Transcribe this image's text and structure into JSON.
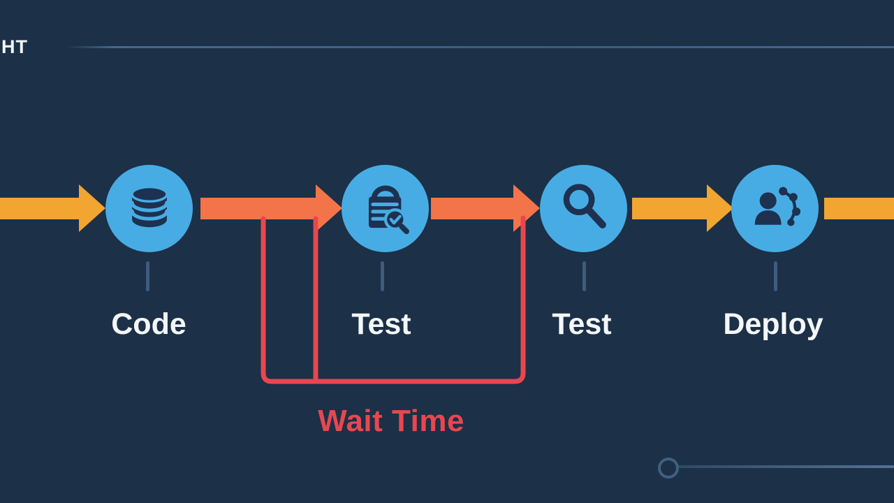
{
  "colors": {
    "background": "#1c3047",
    "node_fill": "#48ace4",
    "icon_ink": "#1d3150",
    "arrow_yellow": "#f2a531",
    "arrow_orange": "#f4744a",
    "bracket_red": "#e8474f",
    "label_white": "#f4f7fa",
    "muted_blue": "#3e5c7c"
  },
  "header": {
    "cropped_text": "HT"
  },
  "pipeline": {
    "nodes": [
      {
        "label": "Code",
        "icon": "database-icon"
      },
      {
        "label": "Test",
        "icon": "checklist-search-icon"
      },
      {
        "label": "Test",
        "icon": "magnifier-icon"
      },
      {
        "label": "Deploy",
        "icon": "person-network-icon"
      }
    ],
    "arrows": [
      {
        "from": "edge-left",
        "to": "Code",
        "color": "#f2a531"
      },
      {
        "from": "Code",
        "to": "Test",
        "color": "#f4744a"
      },
      {
        "from": "Test",
        "to": "Test",
        "color": "#f4744a"
      },
      {
        "from": "Test",
        "to": "Deploy",
        "color": "#f2a531"
      },
      {
        "from": "Deploy",
        "to": "edge-right",
        "color": "#f2a531"
      }
    ]
  },
  "annotation": {
    "label": "Wait Time",
    "spans": "between Code output arrow and second Test node"
  }
}
